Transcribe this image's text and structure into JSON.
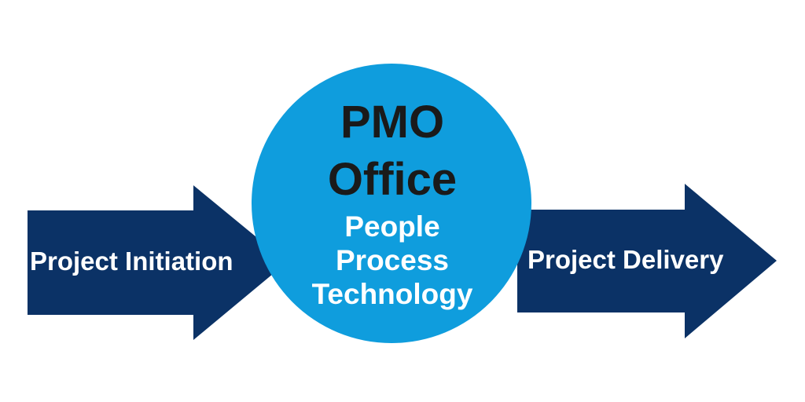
{
  "colors": {
    "arrow": "#0b3266",
    "circle": "#0f9ddd",
    "title_text": "#1a1a1a",
    "label_text": "#ffffff",
    "background": "#ffffff"
  },
  "left_arrow": {
    "label": "Project Initiation"
  },
  "right_arrow": {
    "label": "Project Delivery"
  },
  "circle": {
    "title_lines": [
      "PMO",
      "Office"
    ],
    "items": [
      "People",
      "Process",
      "Technology"
    ]
  }
}
